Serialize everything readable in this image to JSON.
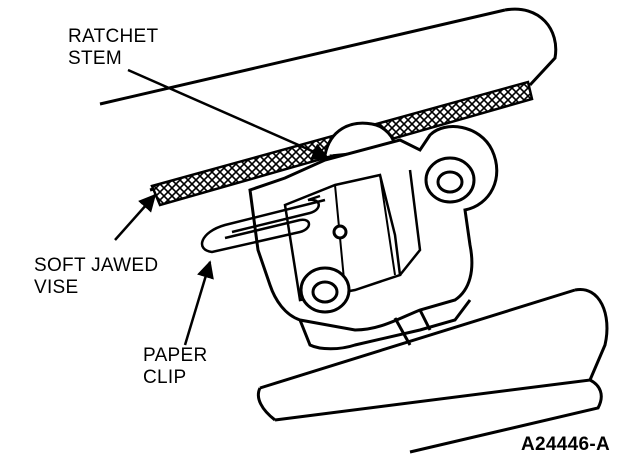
{
  "labels": {
    "ratchet_stem": [
      "RATCHET",
      "STEM"
    ],
    "soft_jawed_vise": [
      "SOFT JAWED",
      "VISE"
    ],
    "paper_clip": [
      "PAPER",
      "CLIP"
    ]
  },
  "figure_id": "A24446-A",
  "colors": {
    "ink": "#000000",
    "paper": "#ffffff"
  }
}
